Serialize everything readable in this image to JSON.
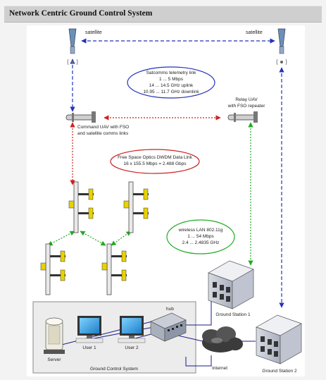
{
  "title": "Network Centric Ground Control System",
  "labels": {
    "satellite_left": "satellite",
    "satellite_right": "satellite",
    "satcom_line1": "Satcomms telemetry link",
    "satcom_line2": "1 ... 5 Mbps",
    "satcom_line3": "14 ... 14.5 GHz uplink",
    "satcom_line4": "10.95 ... 11.7 GHz downlink",
    "relay_line1": "Relay UAV",
    "relay_line2": "with FSO repeater",
    "command_line1": "Command UAV with FSO",
    "command_line2": "and satellite comms links",
    "fso_line1": "Free Space Optics DWDM Data Link",
    "fso_line2": "16 x 155.5 Mbps = 2.488 Gbps",
    "wlan_line1": "wireless LAN 802.11g",
    "wlan_line2": "1 ... 54 Mbps",
    "wlan_line3": "2.4 ... 2.4835 GHz",
    "hub": "hub",
    "server": "Server",
    "user1": "User 1",
    "user2": "User 2",
    "gcs": "Ground Control System",
    "internet": "Internet",
    "gs1": "Ground Station 1",
    "gs2": "Ground Station 2"
  },
  "colors": {
    "satcom_link": "#2233bb",
    "fso_link": "#cc2222",
    "wlan_link": "#22aa22",
    "wired_link": "#1a1a8a",
    "gcs_box": "#ececec"
  }
}
